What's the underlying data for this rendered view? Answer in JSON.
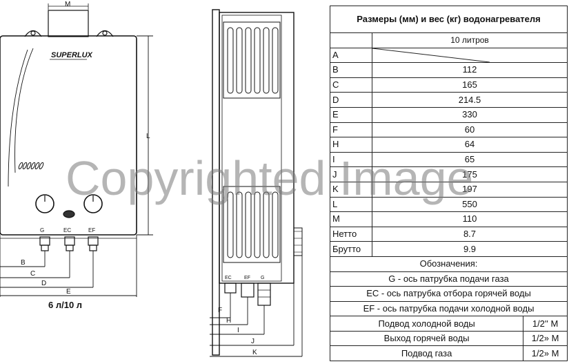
{
  "front_view": {
    "brand": "SUPERLUX",
    "dim_top": "M",
    "dim_right": "L",
    "conn_labels": [
      "G",
      "EC",
      "EF"
    ],
    "dim_labels": [
      "B",
      "C",
      "D",
      "E"
    ],
    "caption": "6 л/10 л"
  },
  "side_view": {
    "conn_labels": [
      "EC",
      "EF",
      "G"
    ],
    "dim_labels": [
      "F",
      "H",
      "I",
      "J",
      "K"
    ]
  },
  "table": {
    "title": "Размеры (мм) и вес (кг) водонагревателя",
    "column_header": "10 литров",
    "rows": [
      {
        "label": "A",
        "value": ""
      },
      {
        "label": "B",
        "value": "112"
      },
      {
        "label": "C",
        "value": "165"
      },
      {
        "label": "D",
        "value": "214.5"
      },
      {
        "label": "E",
        "value": "330"
      },
      {
        "label": "F",
        "value": "60"
      },
      {
        "label": "H",
        "value": "64"
      },
      {
        "label": "I",
        "value": "65"
      },
      {
        "label": "J",
        "value": "175"
      },
      {
        "label": "K",
        "value": "197"
      },
      {
        "label": "L",
        "value": "550"
      },
      {
        "label": "M",
        "value": "110"
      },
      {
        "label": "Нетто",
        "value": "8.7"
      },
      {
        "label": "Брутто",
        "value": "9.9"
      }
    ],
    "legend_title": "Обозначения:",
    "legend": [
      "G - ось патрубка подачи газа",
      "EC - ось патрубка отбора горячей воды",
      "EF - ось патрубка подачи холодной воды"
    ],
    "connections": [
      {
        "label": "Подвод холодной воды",
        "value": "1/2'' М"
      },
      {
        "label": "Выход горячей воды",
        "value": "1/2» М"
      },
      {
        "label": "Подвод газа",
        "value": "1/2» М"
      }
    ]
  },
  "watermark": "Copyrighted Image"
}
